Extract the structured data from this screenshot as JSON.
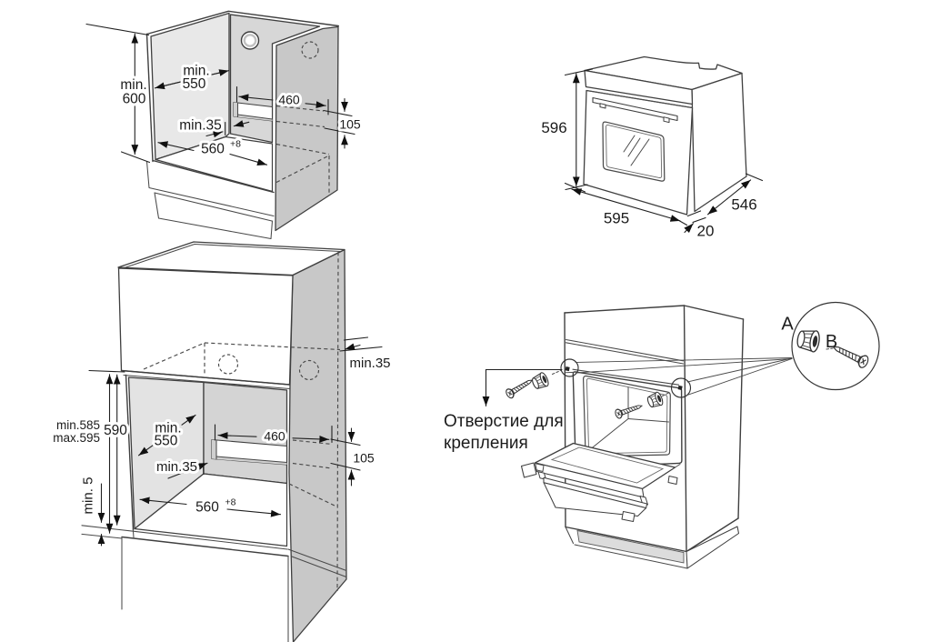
{
  "document": {
    "type": "appliance-installation-diagram",
    "language": "ru",
    "background": "#ffffff"
  },
  "colors": {
    "line": "#3f3f3f",
    "dimension": "#202020",
    "text": "#1b1b1b",
    "wall_light": "#e8e8e8",
    "wall_mid": "#d7d7d7",
    "wall_dark": "#c8c8c8",
    "recess_shadow": "#cfcfcf",
    "plinth_shadow": "#dcdcdc"
  },
  "fig1": {
    "title": "base-cabinet-niche-dimensions",
    "labels": {
      "min600_line1": "min.",
      "min600_line2": "600",
      "min550_line1": "min.",
      "min550_line2": "550",
      "width460": "460",
      "height105": "105",
      "min35": "min.35",
      "depth560": "560",
      "depth560_tol": "+8"
    }
  },
  "fig2": {
    "title": "oven-overall-dimensions",
    "labels": {
      "height596": "596",
      "width595": "595",
      "depth546": "546",
      "door20": "20"
    }
  },
  "fig3": {
    "title": "tall-cabinet-niche-dimensions",
    "labels": {
      "min585": "min.585",
      "max595": "max.595",
      "h590": "590",
      "min550_line1": "min.",
      "min550_line2": "550",
      "min35_top": "min.35",
      "min35_recess": "min.35",
      "width460": "460",
      "height105": "105",
      "depth560": "560",
      "depth560_tol": "+8",
      "min5": "min. 5"
    }
  },
  "fig4": {
    "title": "oven-fastening-detail",
    "labels": {
      "callout_line1": "Отверстие для",
      "callout_line2": "крепления",
      "detail_a": "A",
      "detail_b": "B"
    }
  }
}
